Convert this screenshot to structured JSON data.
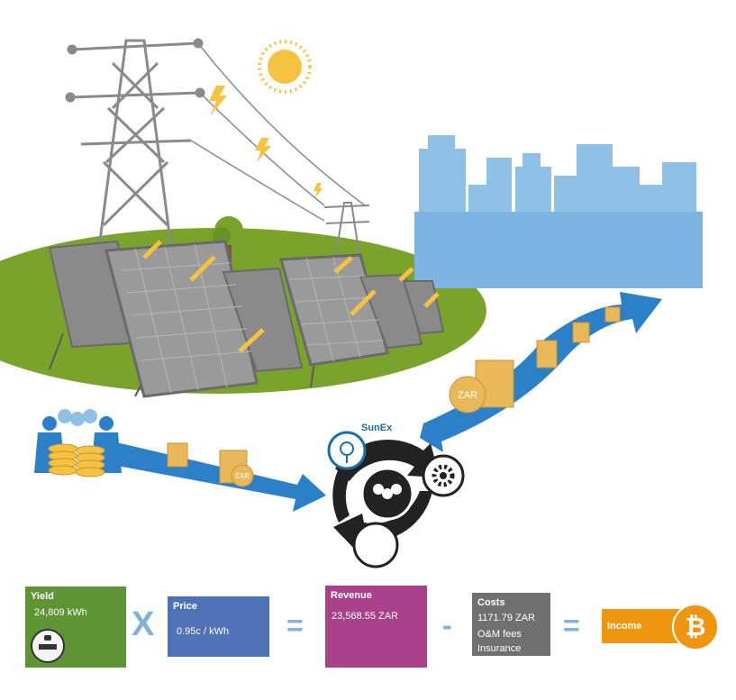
{
  "brand": {
    "name": "SunEx"
  },
  "formula": {
    "yield": {
      "title": "Yield",
      "value": "24,809 kWh"
    },
    "price": {
      "title": "Price",
      "value": "0.95c / kWh"
    },
    "revenue": {
      "title": "Revenue",
      "value": "23,568.55 ZAR"
    },
    "costs": {
      "title": "Costs",
      "value": "1171.79 ZAR",
      "items": [
        "O&M fees",
        "Insurance"
      ]
    },
    "income": {
      "title": "Income"
    },
    "operators": {
      "times": "X",
      "equals": "=",
      "minus": "-"
    }
  },
  "coin_label": "ZAR",
  "colors": {
    "yield": "#5e9434",
    "price": "#4f72b6",
    "revenue": "#a8418a",
    "costs": "#707070",
    "income": "#f0950f",
    "arrow": "#2c80c8",
    "city": "#8fc0e6",
    "grass": "#7aa32c"
  }
}
